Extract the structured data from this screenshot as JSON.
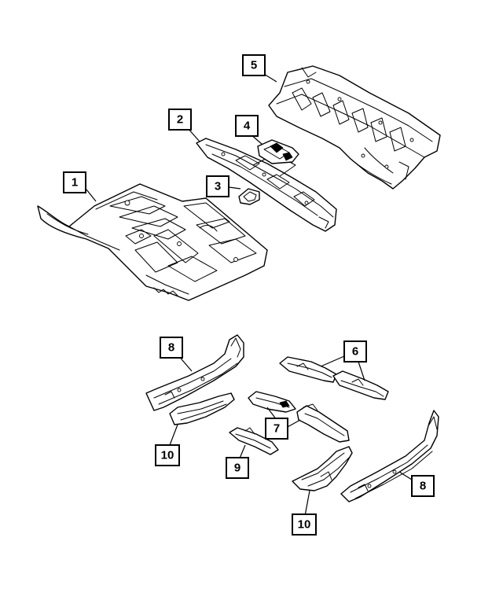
{
  "colors": {
    "line": "#000000",
    "background": "#ffffff"
  },
  "callouts": [
    {
      "id": "c1",
      "label": "1",
      "part": "front-floor-pan"
    },
    {
      "id": "c2",
      "label": "2",
      "part": "floor-tunnel-reinforcement"
    },
    {
      "id": "c3",
      "label": "3",
      "part": "small-plate"
    },
    {
      "id": "c4",
      "label": "4",
      "part": "bracket"
    },
    {
      "id": "c5",
      "label": "5",
      "part": "rear-floor-pan"
    },
    {
      "id": "c6",
      "label": "6",
      "part": "cross-members"
    },
    {
      "id": "c7",
      "label": "7",
      "part": "crossmember-brackets"
    },
    {
      "id": "c8a",
      "label": "8",
      "part": "left-sill-rail"
    },
    {
      "id": "c8b",
      "label": "8",
      "part": "right-sill-rail"
    },
    {
      "id": "c9",
      "label": "9",
      "part": "small-bracket"
    },
    {
      "id": "c10a",
      "label": "10",
      "part": "left-rail-extension"
    },
    {
      "id": "c10b",
      "label": "10",
      "part": "right-rail-extension"
    }
  ]
}
